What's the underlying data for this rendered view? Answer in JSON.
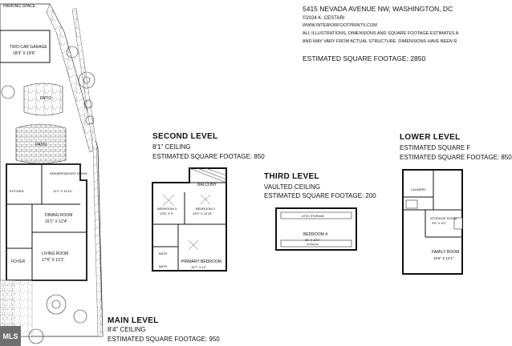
{
  "site": {
    "parking": "PARKING SPACE",
    "garage": "TWO-CAR GARAGE",
    "garage_dim": "18'9\" X 18'6\"",
    "patio_1": "PATIO",
    "patio_2": "PATIO"
  },
  "header": {
    "address": "5415 NEVADA AVENUE NW, WASHINGTON, DC",
    "copyright": "©2024 K. CESTARI",
    "website": "WWW.INTERIORFOOTPRINTS.COM",
    "disclaimer_1": "ALL ILLUSTRATIONS, DIMENSIONS AND SQUARE FOOTAGE ESTIMATES A",
    "disclaimer_2": "AND MAY VARY FROM ACTUAL STRUCTURE. DIMENSIONS HAVE BEEN R",
    "total": "ESTIMATED SQUARE FOOTAGE: 2850"
  },
  "main_level": {
    "title": "MAIN LEVEL",
    "ceiling": "8'4\" CEILING",
    "sqft": "ESTIMATED SQUARE FOOTAGE: 950",
    "rooms": {
      "den": "DEN/BREAKFAST ROOM",
      "den_dim": "11'1\" X 10'10\"",
      "kitchen": "KITCHEN",
      "dining": "DINING ROOM",
      "dining_dim": "15'1\" X 12'4\"",
      "living": "LIVING ROOM",
      "living_dim": "17'6\" X 13'1\"",
      "foyer": "FOYER"
    }
  },
  "second_level": {
    "title": "SECOND LEVEL",
    "ceiling": "8'1\" CEILING",
    "sqft": "ESTIMATED SQUARE FOOTAGE: 850",
    "rooms": {
      "balcony": "BALCONY",
      "bed3": "BEDROOM 3",
      "bed3_dim": "13'6\" X 9'",
      "bed2": "BEDROOM 2",
      "bed2_dim": "13'3\" X 10'10\"",
      "bath1": "BATH",
      "bath2": "BATH",
      "primary": "PRIMARY BEDROOM",
      "primary_dim": "16'7\" X 12'"
    }
  },
  "third_level": {
    "title": "THIRD LEVEL",
    "ceiling": "VAULTED CEILING",
    "sqft": "ESTIMATED SQUARE FOOTAGE: 200",
    "rooms": {
      "attic_top": "ATTIC STORAGE",
      "bed4": "BEDROOM 4",
      "bed4_dim": "25' X 13'4\"",
      "attic_bottom": "STORAGE"
    }
  },
  "lower_level": {
    "title": "LOWER LEVEL",
    "sqft_label": "ESTIMATED SQUARE F",
    "sqft": "ESTIMATED SQUARE FOOTAGE: 850",
    "rooms": {
      "laundry": "LAUNDRY",
      "storage": "STORAGE ROOM",
      "storage_dim": "9'9\" X 9'2\"",
      "family": "FAMILY ROOM",
      "family_dim": "16'6\" X 12'1\""
    }
  },
  "badge": "MLS"
}
